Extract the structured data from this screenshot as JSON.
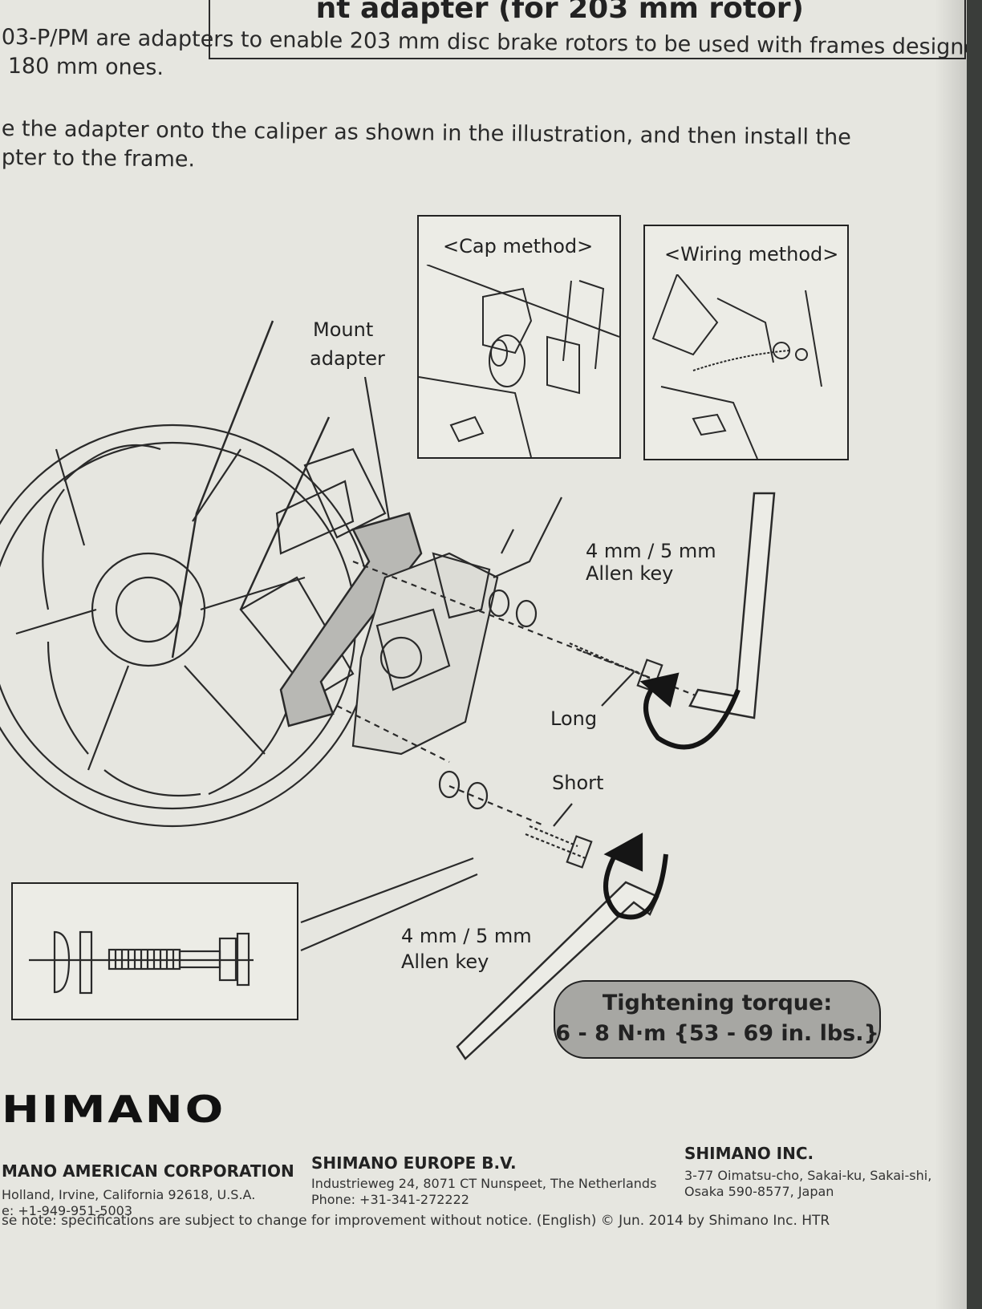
{
  "header": {
    "title": "nt adapter (for 203 mm rotor)"
  },
  "intro": {
    "line1": "03-P/PM are adapters to enable 203 mm disc brake rotors to be used with frames designed",
    "line2": "180 mm ones."
  },
  "instruction": {
    "line1": "e the adapter onto the caliper as shown in the illustration, and then install the",
    "line2": "pter to the frame."
  },
  "insets": {
    "cap_method": "<Cap method>",
    "wiring_method": "<Wiring method>"
  },
  "labels": {
    "mount_adapter_1": "Mount",
    "mount_adapter_2": "adapter",
    "allen_key_top_size": "4 mm / 5 mm",
    "allen_key_top": "Allen key",
    "long": "Long",
    "short": "Short",
    "allen_key_bottom_size": "4 mm / 5 mm",
    "allen_key_bottom": "Allen key"
  },
  "torque": {
    "title": "Tightening torque:",
    "value": "6 - 8 N·m {53 - 69 in. lbs.}"
  },
  "brand": {
    "logo": "HIMANO"
  },
  "addresses": [
    {
      "name": "MANO AMERICAN CORPORATION",
      "line1": "Holland, Irvine, California 92618, U.S.A.",
      "line2": "e: +1-949-951-5003"
    },
    {
      "name": "SHIMANO EUROPE B.V.",
      "line1": "Industrieweg 24, 8071 CT Nunspeet, The Netherlands",
      "line2": "Phone: +31-341-272222"
    },
    {
      "name": "SHIMANO INC.",
      "line1": "3-77 Oimatsu-cho, Sakai-ku, Sakai-shi,",
      "line2": "Osaka 590-8577, Japan"
    }
  ],
  "footer": {
    "note": "se note: specifications are subject to change for improvement without notice. (English)  © Jun. 2014 by Shimano Inc.  HTR"
  }
}
